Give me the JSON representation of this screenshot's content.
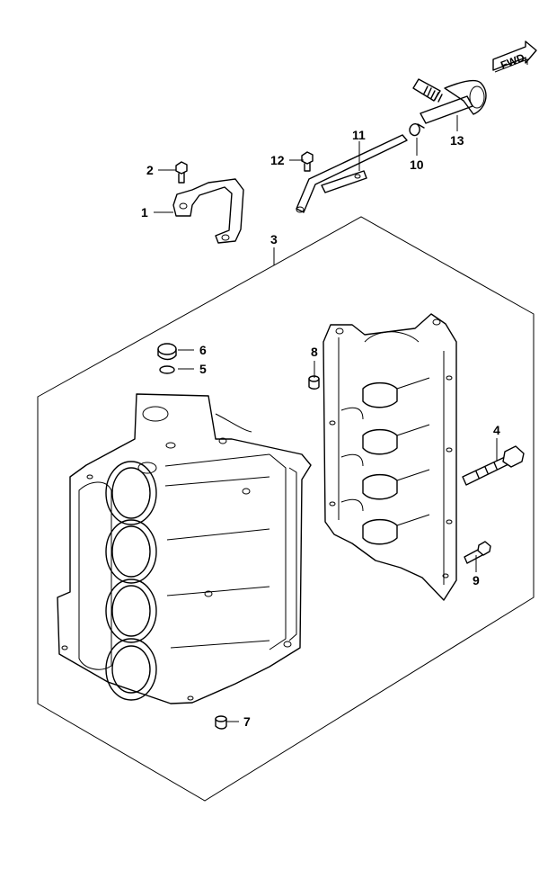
{
  "badge": {
    "text": "FWD"
  },
  "callouts": {
    "c1": "1",
    "c2": "2",
    "c3": "3",
    "c4": "4",
    "c5": "5",
    "c6": "6",
    "c7": "7",
    "c8": "8",
    "c9": "9",
    "c10": "10",
    "c11": "11",
    "c12": "12",
    "c13": "13"
  }
}
